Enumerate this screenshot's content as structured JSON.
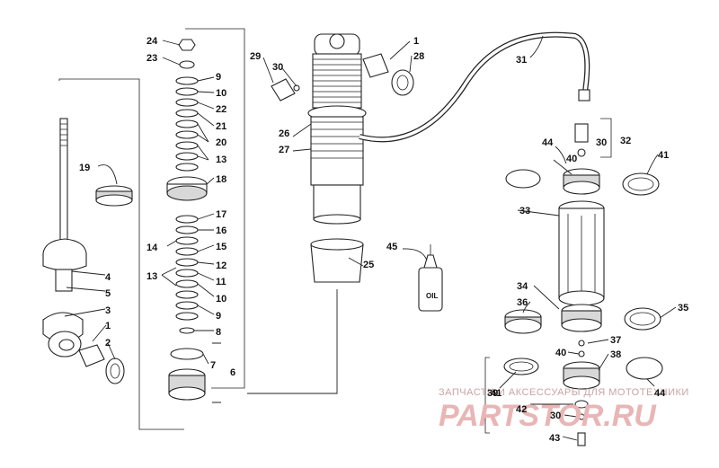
{
  "watermark": {
    "caption": "ЗАПЧАСТИ И АКСЕССУАРЫ ДЛЯ МОТОТЕХНИКИ",
    "logo": "PARTSTOR.RU"
  },
  "callouts": [
    {
      "id": "19",
      "name": "callout-19"
    },
    {
      "id": "4",
      "name": "callout-4"
    },
    {
      "id": "5",
      "name": "callout-5"
    },
    {
      "id": "3",
      "name": "callout-3"
    },
    {
      "id": "1",
      "name": "callout-1-left"
    },
    {
      "id": "2",
      "name": "callout-2"
    },
    {
      "id": "24",
      "name": "callout-24"
    },
    {
      "id": "23",
      "name": "callout-23"
    },
    {
      "id": "9",
      "name": "callout-9-upper"
    },
    {
      "id": "10",
      "name": "callout-10-upper"
    },
    {
      "id": "22",
      "name": "callout-22"
    },
    {
      "id": "21",
      "name": "callout-21"
    },
    {
      "id": "20",
      "name": "callout-20"
    },
    {
      "id": "13",
      "name": "callout-13-upper"
    },
    {
      "id": "18",
      "name": "callout-18"
    },
    {
      "id": "17",
      "name": "callout-17"
    },
    {
      "id": "16",
      "name": "callout-16"
    },
    {
      "id": "14",
      "name": "callout-14"
    },
    {
      "id": "15",
      "name": "callout-15"
    },
    {
      "id": "12",
      "name": "callout-12"
    },
    {
      "id": "13",
      "name": "callout-13-lower"
    },
    {
      "id": "11",
      "name": "callout-11"
    },
    {
      "id": "10",
      "name": "callout-10-lower"
    },
    {
      "id": "9",
      "name": "callout-9-lower"
    },
    {
      "id": "8",
      "name": "callout-8"
    },
    {
      "id": "7",
      "name": "callout-7"
    },
    {
      "id": "6",
      "name": "callout-6"
    },
    {
      "id": "29",
      "name": "callout-29"
    },
    {
      "id": "30",
      "name": "callout-30-body"
    },
    {
      "id": "26",
      "name": "callout-26"
    },
    {
      "id": "27",
      "name": "callout-27"
    },
    {
      "id": "1",
      "name": "callout-1-top"
    },
    {
      "id": "28",
      "name": "callout-28"
    },
    {
      "id": "31",
      "name": "callout-31"
    },
    {
      "id": "45",
      "name": "callout-45"
    },
    {
      "id": "25",
      "name": "callout-25"
    },
    {
      "id": "OIL",
      "name": "oil-bottle-label"
    },
    {
      "id": "32",
      "name": "callout-32"
    },
    {
      "id": "30",
      "name": "callout-30-fitting"
    },
    {
      "id": "44",
      "name": "callout-44-top"
    },
    {
      "id": "40",
      "name": "callout-40-top"
    },
    {
      "id": "41",
      "name": "callout-41-top"
    },
    {
      "id": "33",
      "name": "callout-33"
    },
    {
      "id": "34",
      "name": "callout-34"
    },
    {
      "id": "36",
      "name": "callout-36"
    },
    {
      "id": "35",
      "name": "callout-35"
    },
    {
      "id": "37",
      "name": "callout-37"
    },
    {
      "id": "40",
      "name": "callout-40-lower"
    },
    {
      "id": "38",
      "name": "callout-38"
    },
    {
      "id": "39",
      "name": "callout-39"
    },
    {
      "id": "41",
      "name": "callout-41-lower"
    },
    {
      "id": "44",
      "name": "callout-44-lower"
    },
    {
      "id": "42",
      "name": "callout-42"
    },
    {
      "id": "30",
      "name": "callout-30-lower"
    },
    {
      "id": "43",
      "name": "callout-43"
    }
  ]
}
